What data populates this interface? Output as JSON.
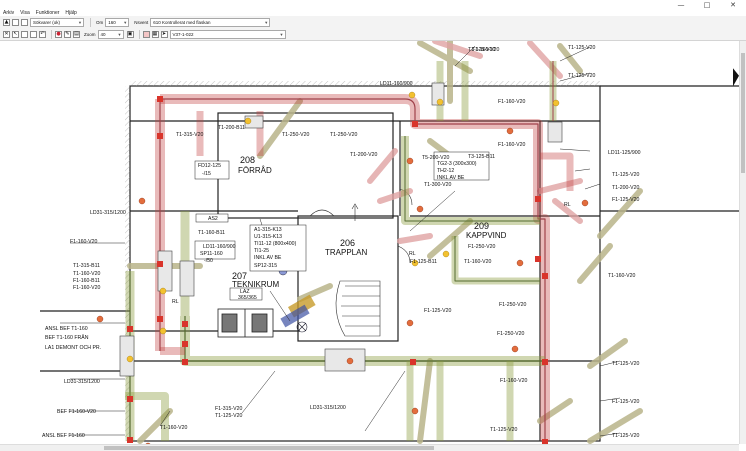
{
  "window": {
    "minimize": "—",
    "maximize": "□",
    "close": "✕"
  },
  "menu": [
    "Arkiv",
    "Visa",
    "Funktioner",
    "Hjälp"
  ],
  "toolbar1": {
    "combo_left": "Sökvarer (ok)",
    "combo_mid_label": "Om",
    "combo_mid": "160",
    "combo_right_label": "Nsvent",
    "combo_right": "610 Kontrollerat med flaskan"
  },
  "toolbar2": {
    "zoom_label": "Zoom",
    "zoom_value": "40",
    "field_value": "V37-1-022"
  },
  "rooms": {
    "r208_num": "208",
    "r208_name": "FÖRRÅD",
    "r206_num": "206",
    "r206_name": "TRAPPLAN",
    "r207_num": "207",
    "r207_name": "TEKNIKRUM",
    "r209_num": "209",
    "r209_name": "KAPPVIND"
  },
  "labels": {
    "t1_125_v20_a": "T1-125-V20",
    "t1_160_v20_a": "T1-160-V20",
    "t1_125_v20_b": "T1-125-V20",
    "t1_125_v20_c": "T1-125-V20",
    "ld11_160_900": "LD11-160/900",
    "t1_200_b11": "T1-200-B11",
    "t1_315_v20": "T1-315-V20",
    "t1_250_v20": "T1-250-V20",
    "t1_250_v20_b": "T1-250-V20",
    "t1_200_v20": "T1-200-V20",
    "fd12_125": "FD12-125",
    "fd12_15": "-/15",
    "f1_160_v20_a": "F1-160-V20",
    "f1_160_v20_b": "F1-160-V20",
    "t5_200_v20": "T5-200-V20",
    "t3_125_b11": "T3-125-B11",
    "tg2_3": "TG2-3 (300x300)",
    "th2_12": "TH2-12",
    "inkl_av_be_a": "INKL AV BE",
    "t1_300_v20": "T1-300-V20",
    "ld11_125_900": "LD11-125/900",
    "t1_125_v20_d": "T1-125-V20",
    "t1_200_v20_b": "T1-200-V20",
    "f1_125_v20_a": "F1-125-V20",
    "ld31_315_1200": "LD31-315/1200",
    "as2": "AS2",
    "t1_160_b11": "T1-160-B11",
    "ld11_160_900_b": "LD11-160/900",
    "sp11_160": "SP11-160",
    "sp11_50": "-/50",
    "a1_315_k13": "A1-315-K13",
    "u1_315_k13": "U1-315-K13",
    "ti1_12": "TI11-12 (800x400)",
    "ti1_25": "TI1-25",
    "inkl_av_be_b": "INKL AV BE",
    "sp12_315": "SP12-315",
    "laz": "LAZ",
    "laz_size": "365/365",
    "f1_160_v20_c": "F1-160-V20",
    "t1_315_b11": "T1-315-B11",
    "t1_160_v20_b": "T1-160-V20",
    "f1_160_b11": "F1-160-B11",
    "f1_160_v20_d": "F1-160-V20",
    "f1_125_b11": "F1-125-B11",
    "t1_160_v20_c": "T1-160-V20",
    "f1_250_v20_a": "F1-250-V20",
    "f1_125_v20_b": "F1-125-V20",
    "t1_160_v20_d": "T1-160-V20",
    "f1_250_v20_b": "F1-250-V20",
    "f1_250_v20_c": "F1-250-V20",
    "ansl_bef_t1_160": "ANSL BEF T1-160",
    "bef_t1_160_fran": "BEF T1-160 FRÅN",
    "la1_demont": "LA1 DEMONT OCH PR.",
    "ld31_315_1200_b": "LD31-315/1200",
    "bef_f1_160_v20": "BEF F1-160-V20",
    "ansl_bef_f1_160": "ANSL BEF F1-160",
    "f1_315_v20": "F1-315-V20",
    "t1_125_v20_e": "T1-125-V20",
    "t1_160_v20_e": "T1-160-V20",
    "ld31_315_1200_c": "LD31-315/1200",
    "f1_160_v20_e": "F1-160-V20",
    "t1_125_v20_f": "T1-125-V20",
    "f1_125_v20_c": "F1-125-V20",
    "t1_125_v20_g": "T1-125-V20",
    "t1_125_v20_h": "T1-125-V20",
    "rl_a": "RL",
    "rl_b": "RL",
    "rl_c": "RL"
  }
}
